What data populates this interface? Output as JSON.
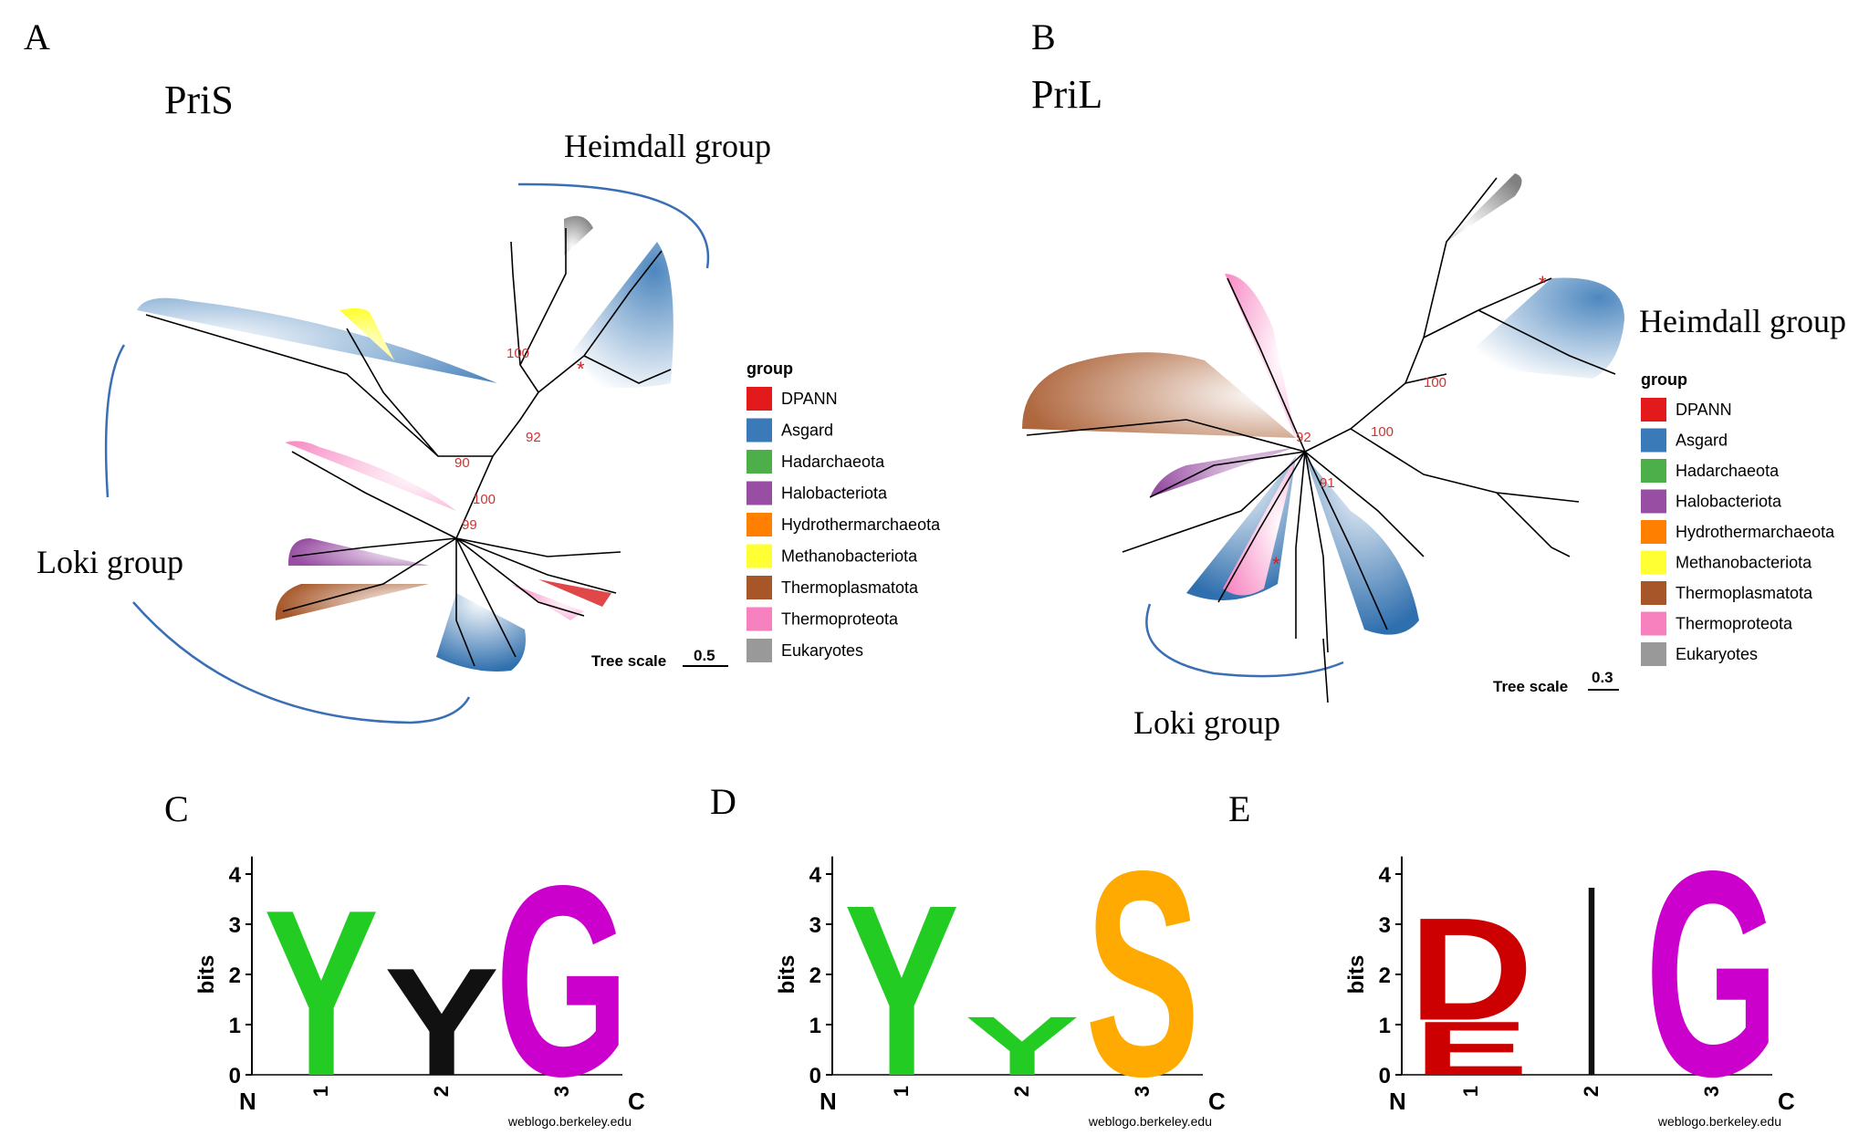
{
  "figure": {
    "panels": {
      "A": {
        "letter": "A",
        "title": "PriS",
        "clade_labels": {
          "heimdall": "Heimdall group",
          "loki": "Loki group"
        },
        "bootstraps": [
          "100",
          "92",
          "90",
          "100",
          "99"
        ],
        "tree_scale": {
          "label": "Tree scale",
          "value": "0.5"
        }
      },
      "B": {
        "letter": "B",
        "title": "PriL",
        "clade_labels": {
          "heimdall": "Heimdall group",
          "loki": "Loki group"
        },
        "bootstraps": [
          "100",
          "100",
          "92",
          "91"
        ],
        "tree_scale": {
          "label": "Tree scale",
          "value": "0.3"
        }
      },
      "C": {
        "letter": "C"
      },
      "D": {
        "letter": "D"
      },
      "E": {
        "letter": "E"
      }
    },
    "legend": {
      "title": "group",
      "items": [
        {
          "label": "DPANN",
          "color": "#e31a1c"
        },
        {
          "label": "Asgard",
          "color": "#3a7ab8"
        },
        {
          "label": "Hadarchaeota",
          "color": "#4daf4a"
        },
        {
          "label": "Halobacteriota",
          "color": "#984ea3"
        },
        {
          "label": "Hydrothermarchaeota",
          "color": "#ff7f00"
        },
        {
          "label": "Methanobacteriota",
          "color": "#ffff33"
        },
        {
          "label": "Thermoplasmatota",
          "color": "#a65628"
        },
        {
          "label": "Thermoproteota",
          "color": "#f781bf"
        },
        {
          "label": "Eukaryotes",
          "color": "#999999"
        }
      ]
    },
    "logo_common": {
      "ylabel": "bits",
      "yticks": [
        "0",
        "1",
        "2",
        "3",
        "4"
      ],
      "positions": [
        "1",
        "2",
        "3"
      ],
      "n_label": "N",
      "c_label": "C",
      "credit": "weblogo.berkeley.edu"
    },
    "sequence_logos": [
      {
        "panel": "C",
        "positions": [
          {
            "pos": "1",
            "letters": [
              {
                "char": "Y",
                "bits": 3.4,
                "color": "#22cc22"
              }
            ]
          },
          {
            "pos": "2",
            "letters": [
              {
                "char": "Y",
                "bits": 2.2,
                "color": "#111111"
              }
            ]
          },
          {
            "pos": "3",
            "letters": [
              {
                "char": "G",
                "bits": 3.9,
                "color": "#cc00cc"
              }
            ]
          }
        ]
      },
      {
        "panel": "D",
        "positions": [
          {
            "pos": "1",
            "letters": [
              {
                "char": "Y",
                "bits": 3.5,
                "color": "#22cc22"
              }
            ]
          },
          {
            "pos": "2",
            "letters": [
              {
                "char": "Y",
                "bits": 1.2,
                "color": "#22cc22"
              }
            ]
          },
          {
            "pos": "3",
            "letters": [
              {
                "char": "S",
                "bits": 4.2,
                "color": "#ffaa00"
              }
            ]
          }
        ]
      },
      {
        "panel": "E",
        "positions": [
          {
            "pos": "1",
            "letters": [
              {
                "char": "D",
                "bits": 2.1,
                "color": "#cc0000"
              },
              {
                "char": "E",
                "bits": 1.1,
                "color": "#cc0000"
              }
            ]
          },
          {
            "pos": "2",
            "letters": [
              {
                "char": "I",
                "bits": 3.9,
                "color": "#111111"
              }
            ]
          },
          {
            "pos": "3",
            "letters": [
              {
                "char": "G",
                "bits": 4.2,
                "color": "#cc00cc"
              }
            ]
          }
        ]
      }
    ]
  }
}
